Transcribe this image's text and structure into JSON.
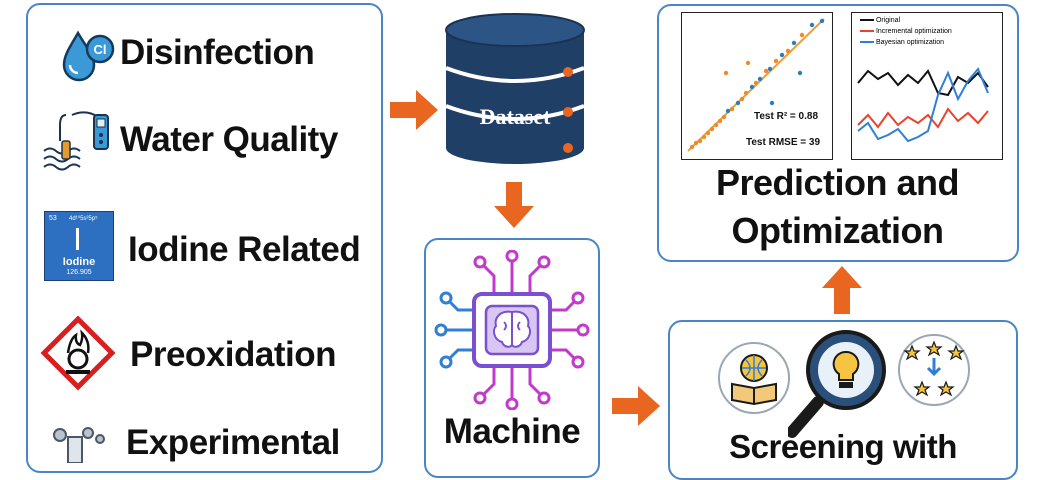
{
  "factors": [
    {
      "label": "Disinfection",
      "icon": "disinfection-droplet-icon"
    },
    {
      "label": "Water Quality",
      "icon": "water-probe-icon"
    },
    {
      "label": "Iodine Related",
      "icon": "iodine-element-icon"
    },
    {
      "label": "Preoxidation",
      "icon": "oxidizer-hazard-icon"
    },
    {
      "label": "Experimental",
      "icon": "lab-glassware-icon"
    }
  ],
  "disinfection_icon_text": "Cl",
  "iodine_tile": {
    "number": "53",
    "config": "4d¹⁰5s²5p⁵",
    "name": "Iodine",
    "mass": "126.905"
  },
  "dataset_label": "Dataset",
  "ml_label": "Machine",
  "prediction_title_line1": "Prediction and",
  "prediction_title_line2": "Optimization",
  "screening_label": "Screening with",
  "scatter_chart": {
    "test_r2": "Test R² = 0.88",
    "test_rmse": "Test RMSE = 39"
  },
  "line_chart": {
    "legend": [
      "Original",
      "Incremental optimization",
      "Bayesian optimization"
    ],
    "colors": [
      "#111111",
      "#e8432d",
      "#2f7fd6"
    ]
  },
  "colors": {
    "accent_blue": "#4a86c5",
    "arrow_orange": "#e8661f",
    "db_navy": "#1f3f66",
    "ml_magenta": "#c23ac9"
  }
}
